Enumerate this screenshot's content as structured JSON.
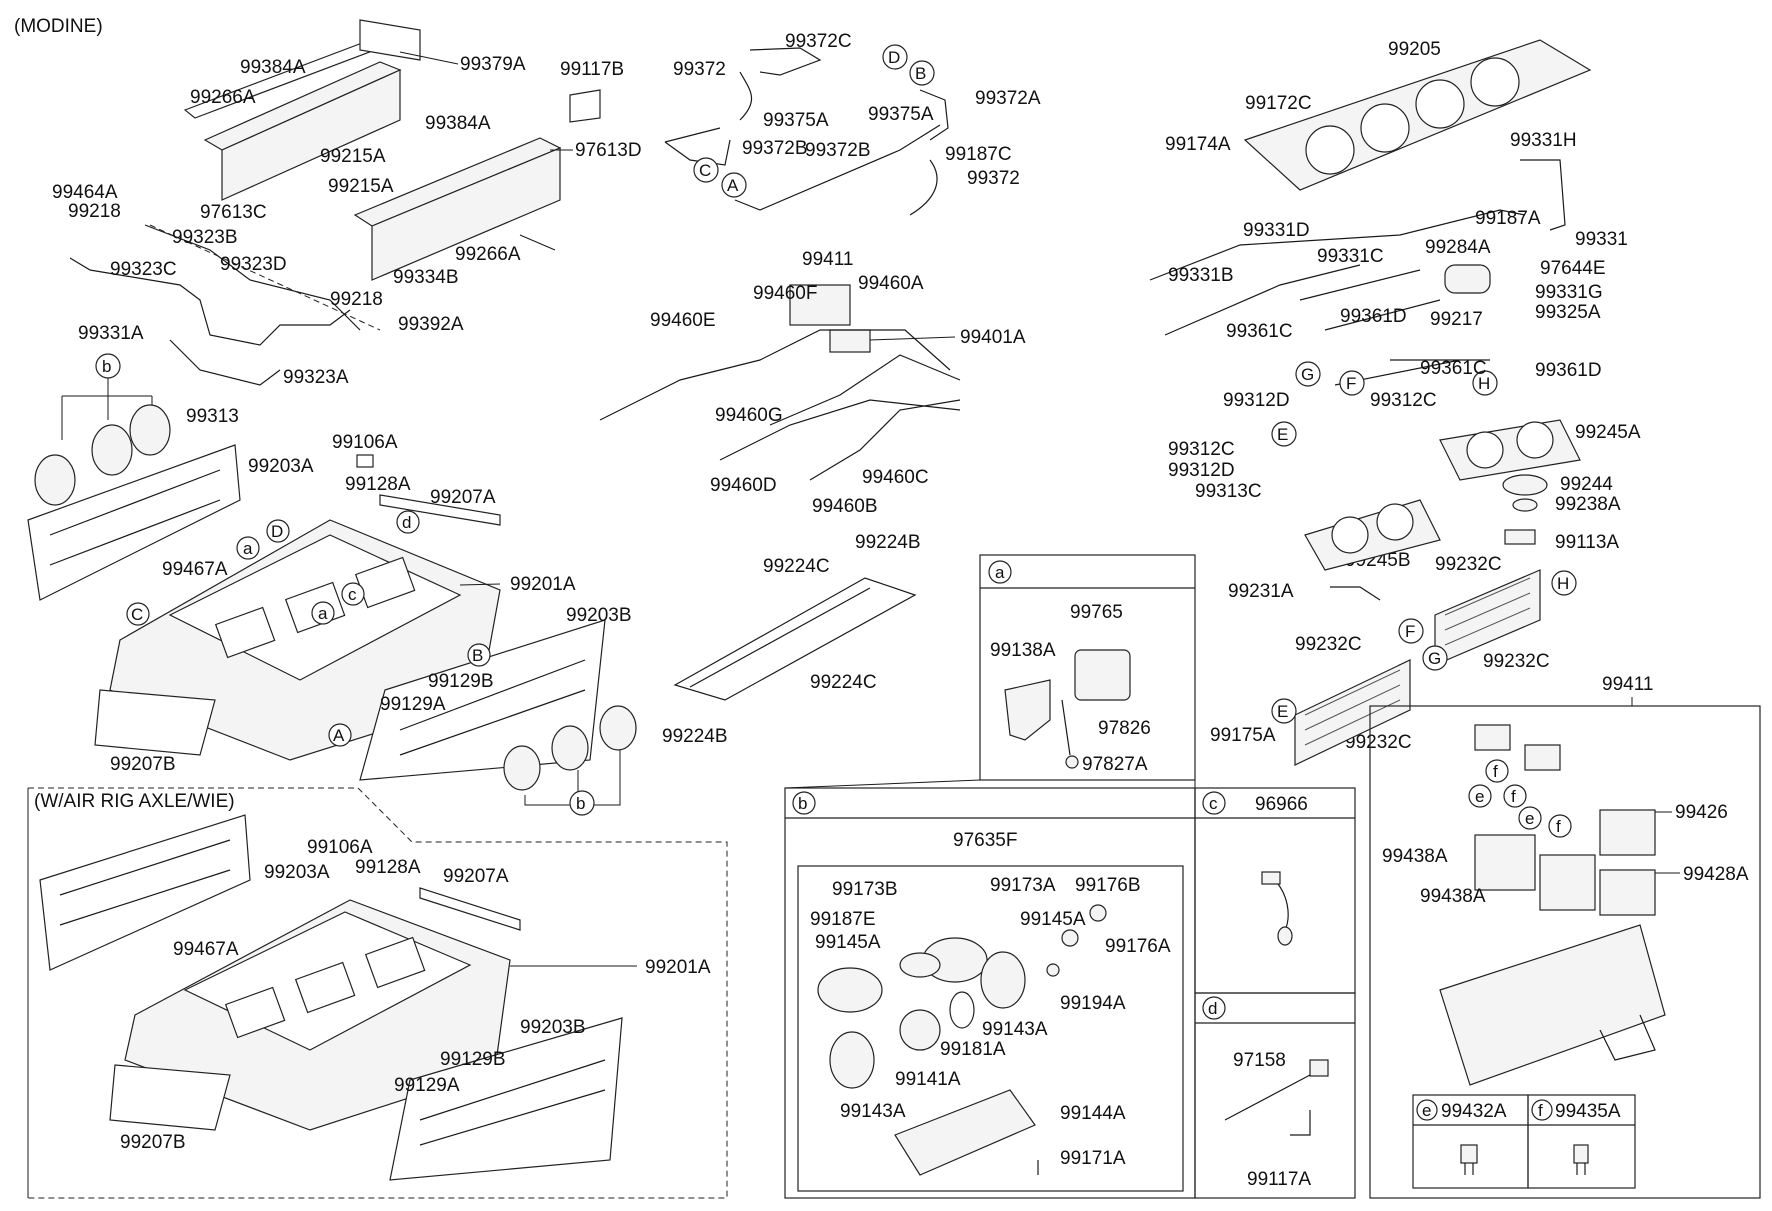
{
  "header": {
    "variant": "(MODINE)"
  },
  "variant_box": {
    "title": "(W/AIR RIG AXLE/WIE)"
  },
  "left_top_labels": [
    "99384A",
    "99379A",
    "99266A",
    "99215A",
    "99117B",
    "99384A",
    "97613D",
    "99215A",
    "99464A",
    "99218",
    "97613C",
    "99266A",
    "99323B",
    "99323C",
    "99323D",
    "99334B",
    "99218",
    "99331A",
    "99392A",
    "99323A",
    "99313"
  ],
  "left_mid_labels": [
    "99106A",
    "99203A",
    "99128A",
    "99207A",
    "99467A",
    "99201A",
    "99203B",
    "99129B",
    "99129A",
    "99207B"
  ],
  "variant_labels": [
    "99106A",
    "99203A",
    "99128A",
    "99207A",
    "99467A",
    "99201A",
    "99203B",
    "99129B",
    "99129A",
    "99207B"
  ],
  "center_top_labels": [
    "99372C",
    "99372",
    "99372A",
    "99375A",
    "99375A",
    "99372B",
    "99372B",
    "99187C",
    "99372"
  ],
  "center_mid_labels": [
    "99411",
    "99460F",
    "99460A",
    "99460E",
    "99401A",
    "99460G",
    "99460D",
    "99460C",
    "99460B"
  ],
  "center_low_labels": [
    "99224C",
    "99224B",
    "99224C",
    "99224B"
  ],
  "right_top_labels": [
    "99205",
    "99172C",
    "99174A",
    "99331H",
    "99187A",
    "99331",
    "99331D",
    "99331B",
    "99331C",
    "99284A",
    "97644E",
    "99331G",
    "99325A",
    "99217",
    "99361C",
    "99361D",
    "99361C",
    "99361D",
    "99312D",
    "99312C",
    "99312C",
    "99312D",
    "99313C",
    "99245A",
    "99244",
    "99238A",
    "99113A",
    "99245B",
    "99231A",
    "99232C",
    "99232C",
    "99232C",
    "99175A",
    "99232C"
  ],
  "box_a": {
    "tag": "a",
    "labels": [
      "99765",
      "99138A",
      "97826",
      "97827A"
    ]
  },
  "box_b": {
    "tag": "b",
    "assembly": "97635F",
    "labels": [
      "99173B",
      "99173A",
      "99176B",
      "99187E",
      "99145A",
      "99145A",
      "99176A",
      "99194A",
      "99143A",
      "99181A",
      "99141A",
      "99143A",
      "99144A",
      "99171A"
    ]
  },
  "box_c": {
    "tag": "c",
    "part": "96966"
  },
  "box_d": {
    "tag": "d",
    "labels": [
      "97158",
      "99117A"
    ]
  },
  "box_relay": {
    "title": "99411",
    "labels": [
      "99438A",
      "99438A",
      "99426",
      "99428A"
    ]
  },
  "box_e": {
    "tag": "e",
    "part": "99432A"
  },
  "box_f": {
    "tag": "f",
    "part": "99435A"
  },
  "circle_tags": [
    "a",
    "b",
    "c",
    "d",
    "e",
    "f",
    "A",
    "B",
    "C",
    "D",
    "E",
    "F",
    "G",
    "H"
  ]
}
